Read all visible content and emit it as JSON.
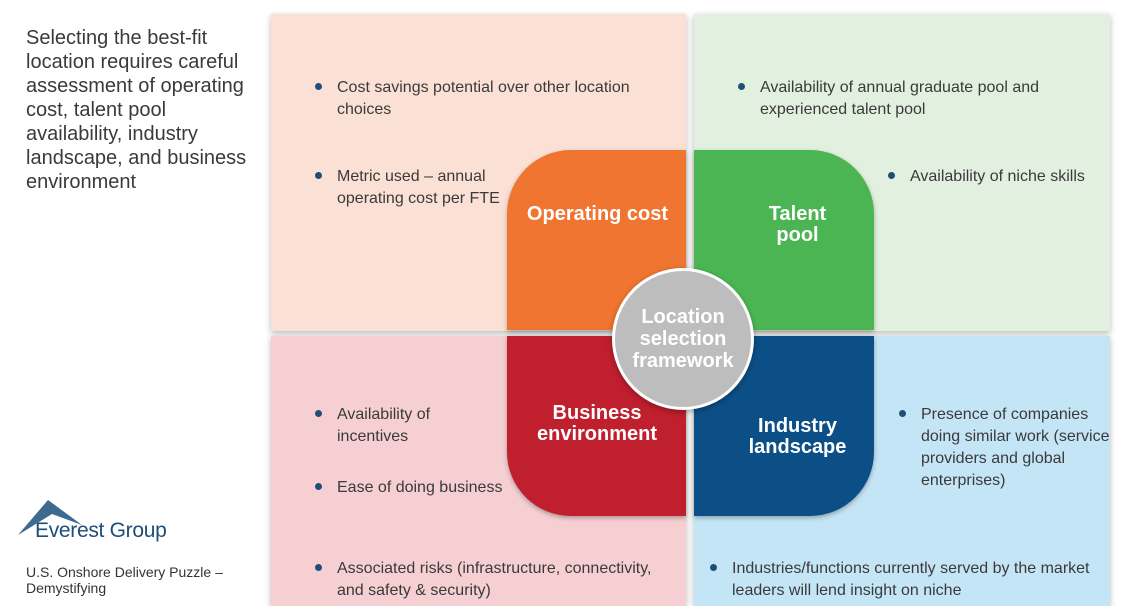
{
  "intro": "Selecting the best-fit location requires careful assessment of operating cost, talent pool availability, industry landscape, and business environment",
  "logo": {
    "text": "Everest Group"
  },
  "footer": "U.S. Onshore Delivery Puzzle – Demystifying",
  "framework": {
    "center": "Location selection framework",
    "quadrants": {
      "operating_cost": {
        "label": "Operating cost",
        "color": "#ef7530",
        "bullets": [
          "Cost savings potential over other location choices",
          "Metric used – annual operating cost per FTE"
        ]
      },
      "talent_pool": {
        "label": "Talent pool",
        "color": "#4cb553",
        "bullets": [
          "Availability of annual graduate pool and experienced talent pool",
          "Availability of niche skills"
        ]
      },
      "business_environment": {
        "label": "Business environment",
        "color": "#c01f2d",
        "bullets": [
          "Availability of incentives",
          "Ease of doing business",
          "Associated risks (infrastructure, connectivity, and safety & security)"
        ]
      },
      "industry_landscape": {
        "label": "Industry landscape",
        "color": "#0c4f87",
        "bullets": [
          "Presence of companies doing similar work (service providers and global enterprises)",
          "Industries/functions currently served by the market leaders will lend insight on niche"
        ]
      }
    }
  }
}
